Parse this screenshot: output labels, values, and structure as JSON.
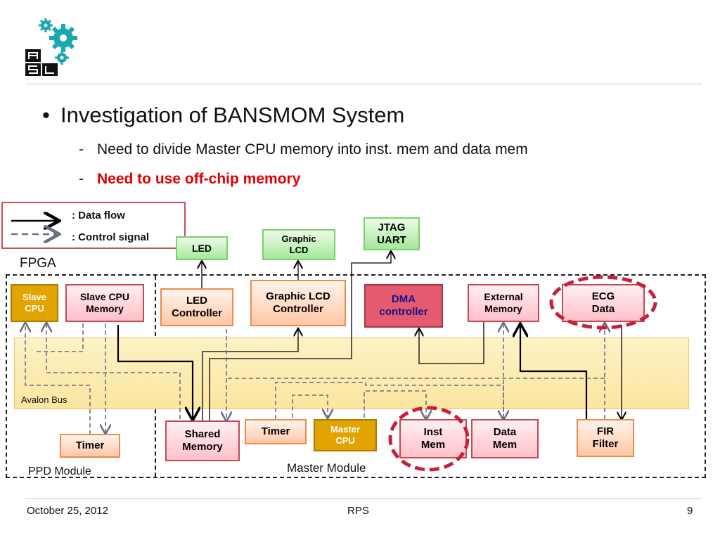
{
  "slide": {
    "bullet": "Investigation of BANSMOM System",
    "subbullets": [
      {
        "dash": "-",
        "text": "Need to divide Master CPU memory into inst. mem and data mem"
      },
      {
        "dash": "-",
        "text": "Need to use off-chip memory"
      }
    ]
  },
  "legend": {
    "data_flow": ":  Data flow",
    "control_signal": ": Control signal"
  },
  "diagram": {
    "fpga_label": "FPGA",
    "avalon_bus_label": "Avalon Bus",
    "ppd_module_label": "PPD Module",
    "master_module_label": "Master Module",
    "blocks": {
      "led": "LED",
      "graphic_lcd": [
        "Graphic",
        "LCD"
      ],
      "jtag_uart": [
        "JTAG",
        "UART"
      ],
      "slave_cpu": [
        "Slave",
        "CPU"
      ],
      "slave_cpu_memory": [
        "Slave CPU",
        "Memory"
      ],
      "led_controller": [
        "LED",
        "Controller"
      ],
      "graphic_lcd_controller": [
        "Graphic LCD",
        "Controller"
      ],
      "dma_controller": [
        "DMA",
        "controller"
      ],
      "external_memory": [
        "External",
        "Memory"
      ],
      "ecg_data": [
        "ECG",
        "Data"
      ],
      "timer_ppd": "Timer",
      "shared_memory": [
        "Shared",
        "Memory"
      ],
      "timer_master": "Timer",
      "master_cpu": [
        "Master",
        "CPU"
      ],
      "inst_mem": [
        "Inst",
        "Mem"
      ],
      "data_mem": [
        "Data",
        "Mem"
      ],
      "fir_filter": [
        "FIR",
        "Filter"
      ]
    }
  },
  "footer": {
    "date": "October 25, 2012",
    "center": "RPS",
    "page": "9"
  },
  "colors": {
    "highlight_red": "#e00000",
    "dashed_circle": "#c8203a",
    "control_line": "#6a7080"
  }
}
